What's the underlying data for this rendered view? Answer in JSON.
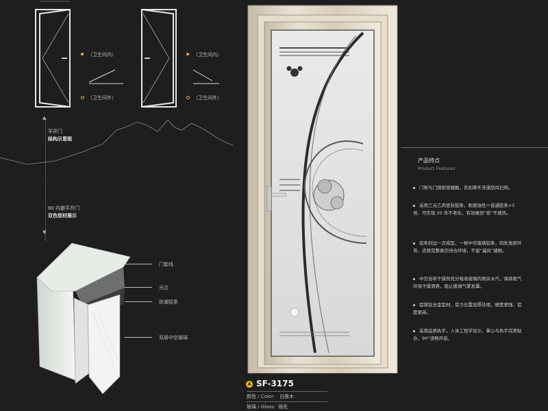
{
  "opening": {
    "left": {
      "inside": "（卫生间内）",
      "outside": "（卫生间外）"
    },
    "right": {
      "inside": "（卫生间内）",
      "outside": "（卫生间外）"
    }
  },
  "structure": {
    "flat_label": "平开门",
    "flat_title": "结构示意图",
    "profile_label": "80 内嵌平开门",
    "profile_title": "双色型材展示",
    "callouts": [
      "门套线",
      "光企",
      "防潮铝条",
      "双层中空玻璃"
    ]
  },
  "features": {
    "heading_cn": "产品特点",
    "heading_en": "Product Features",
    "items": [
      "门框与门扇密密缝触，告别寒冬洗澡刮风扫阵。",
      "采用三元乙丙密封胶条，耐腐蚀性＝普通胶条×5倍，可实现 20 年不老化，有效做到“密”不透风。",
      "铝条封边一次成型，一根中空玻璃铝条，四处角部环弯，还原完整真空闭合环境，不留“漏风”缝隙。",
      "中空自带干燥剂充分吸收玻璃内侧余水汽，保持氮气环境干燥清爽，阻止玻璃气雾发霉。",
      "铝镁钛合金型材，受力位置加厚处理，硬度更强，铝度更高。",
      "采用品质执手，人体工程学设计，掌心与执手完美贴合，90°流畅开启。"
    ]
  },
  "product": {
    "model": "SF-3175",
    "color_label": "颜色 / Color:",
    "color_value": "白橡木",
    "glass_label": "玻璃 / Glass:",
    "glass_value": "镜花"
  }
}
